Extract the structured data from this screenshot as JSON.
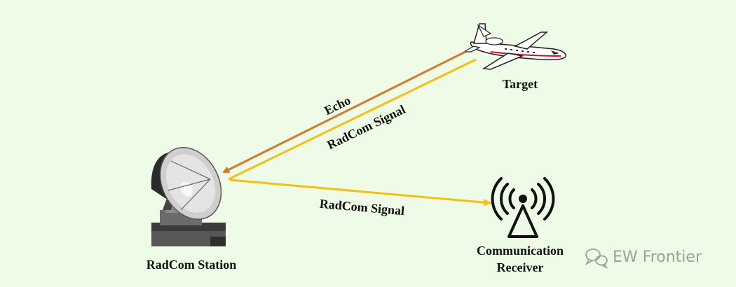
{
  "labels": {
    "target": "Target",
    "echo": "Echo",
    "radcom_signal_upper": "RadCom Signal",
    "radcom_signal_lower": "RadCom Signal",
    "station": "RadCom Station",
    "receiver_line1": "Communication",
    "receiver_line2": "Receiver"
  },
  "watermark": {
    "text": "EW Frontier"
  },
  "colors": {
    "background": "#eefbe6",
    "echo_arrow": "#d07a2a",
    "signal_arrow": "#f2bf12"
  },
  "icons": {
    "target": "airplane-icon",
    "station": "radar-dish-icon",
    "receiver": "antenna-tower-icon",
    "watermark": "wechat-icon"
  }
}
